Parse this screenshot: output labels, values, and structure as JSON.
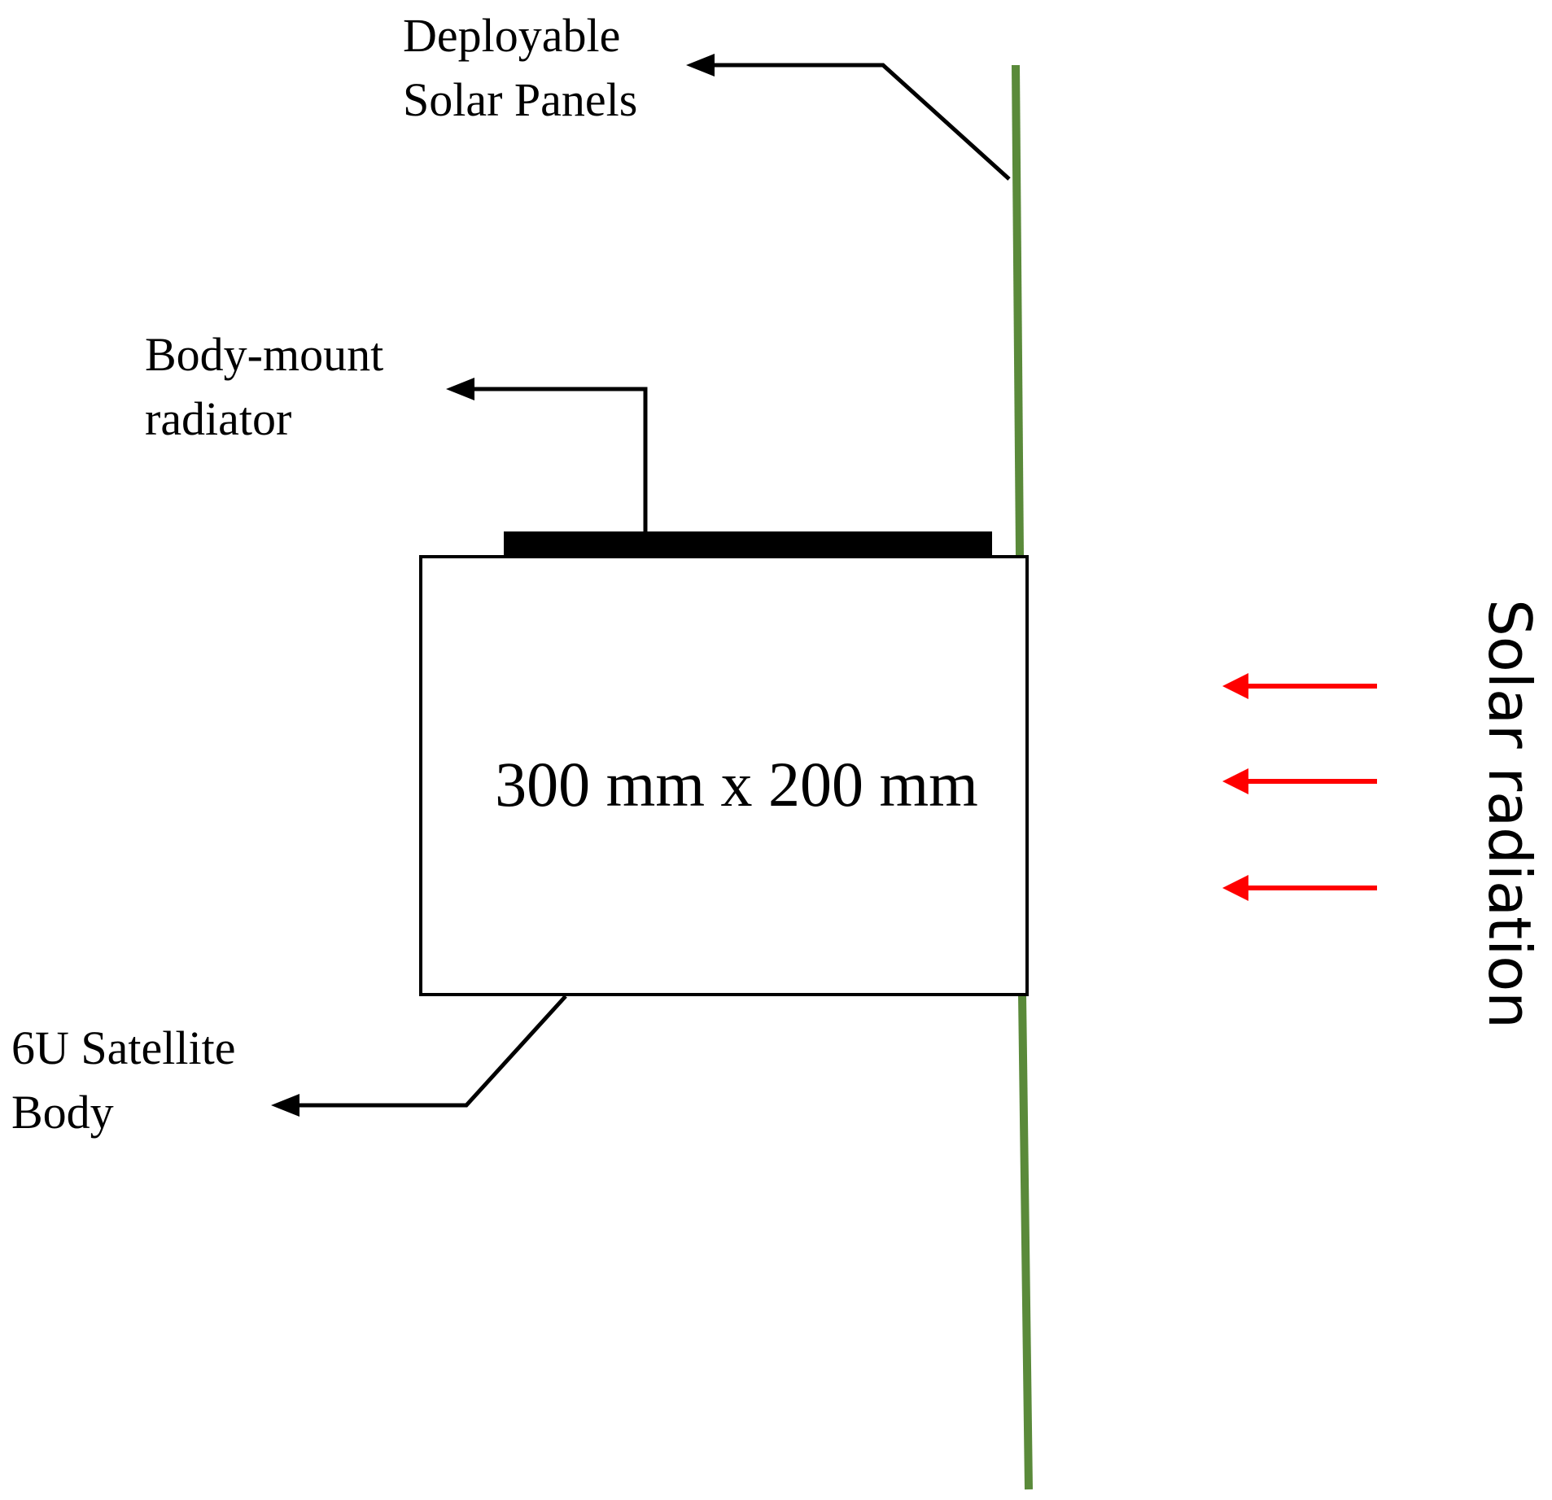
{
  "labels": {
    "deployable_panels_line1": "Deployable",
    "deployable_panels_line2": "Solar Panels",
    "radiator_line1": "Body-mount",
    "radiator_line2": "radiator",
    "satellite_line1": "6U Satellite",
    "satellite_line2": "Body",
    "dimensions": "300 mm x 200 mm",
    "solar_radiation": "Solar radiation"
  },
  "colors": {
    "solar_panel": "#5a8a3a",
    "radiation_arrow": "#ff0000",
    "outline": "#000000",
    "radiator": "#000000"
  },
  "solar_arrow_count": 3
}
